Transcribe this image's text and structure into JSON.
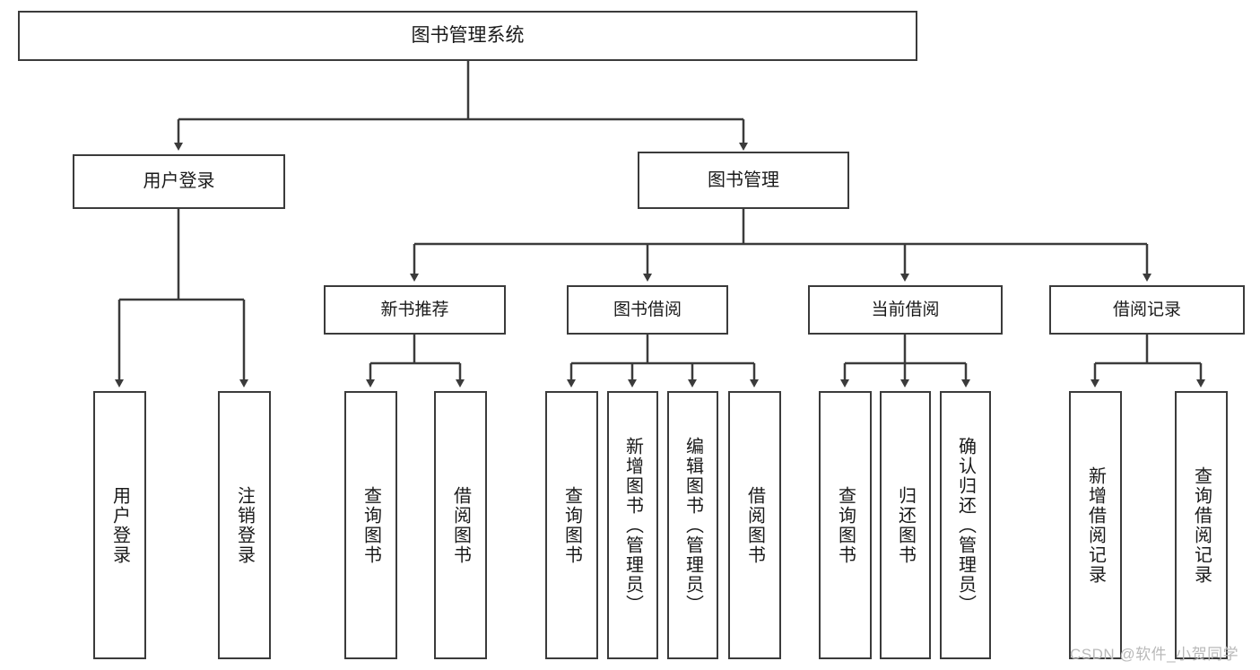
{
  "diagram": {
    "title": "图书管理系统",
    "type": "tree-hierarchy",
    "root": {
      "label": "图书管理系统"
    },
    "level2": [
      {
        "label": "用户登录"
      },
      {
        "label": "图书管理"
      }
    ],
    "level3": [
      {
        "label": "新书推荐"
      },
      {
        "label": "图书借阅"
      },
      {
        "label": "当前借阅"
      },
      {
        "label": "借阅记录"
      }
    ],
    "leaves": {
      "user_login": [
        {
          "label": "用户登录"
        },
        {
          "label": "注销登录"
        }
      ],
      "new_book_recommend": [
        {
          "label": "查询图书"
        },
        {
          "label": "借阅图书"
        }
      ],
      "book_borrow": [
        {
          "label": "查询图书"
        },
        {
          "label": "新增图书（管理员）"
        },
        {
          "label": "编辑图书（管理员）"
        },
        {
          "label": "借阅图书"
        }
      ],
      "current_borrow": [
        {
          "label": "查询图书"
        },
        {
          "label": "归还图书"
        },
        {
          "label": "确认归还（管理员）"
        }
      ],
      "borrow_record": [
        {
          "label": "新增借阅记录"
        },
        {
          "label": "查询借阅记录"
        }
      ]
    }
  },
  "watermark": {
    "text": "CSDN @软件_小贺同学"
  },
  "colors": {
    "stroke": "#3b3b3b",
    "box_fill": "#ffffff",
    "text": "#1a1a1a",
    "watermark": "#b9b9b9",
    "background": "#ffffff"
  }
}
